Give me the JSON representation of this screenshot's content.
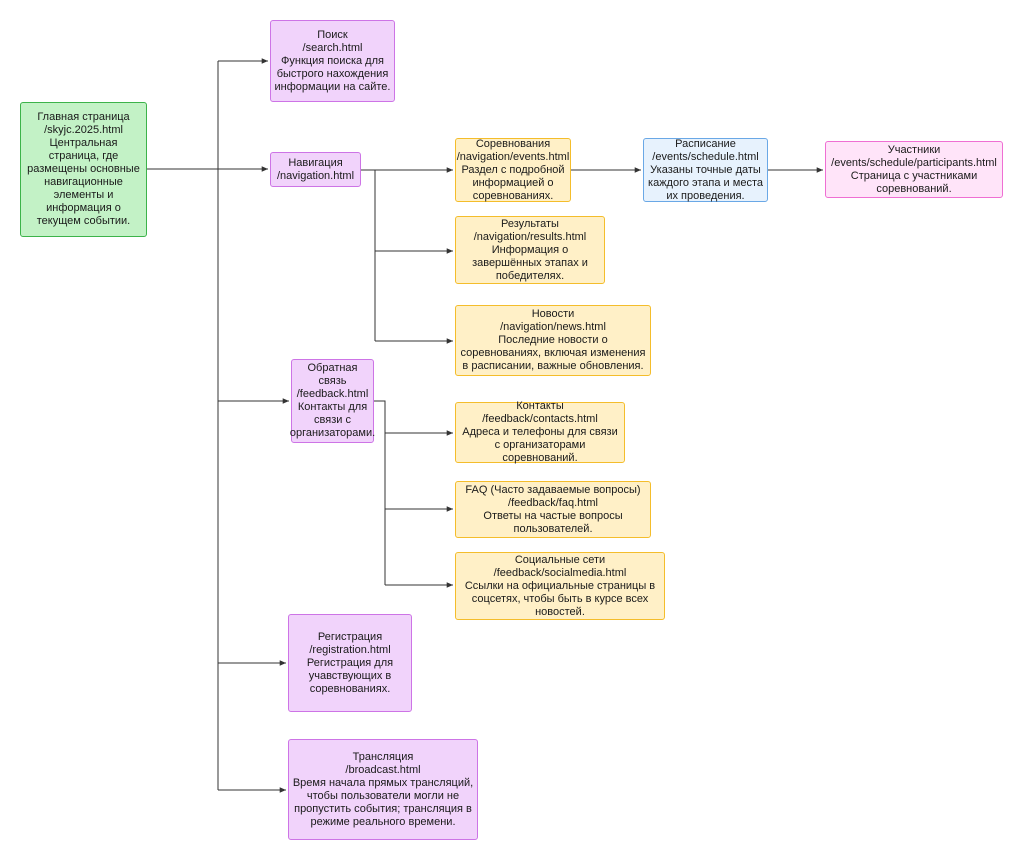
{
  "colors": {
    "green_fill": "#c3f2c6",
    "green_border": "#3cb34a",
    "purple_fill": "#f1d3fb",
    "purple_border": "#cd74e6",
    "yellow_fill": "#fff0c7",
    "yellow_border": "#f4bd2b",
    "blue_fill": "#e7f2fd",
    "blue_border": "#6aa8e6",
    "pink_fill": "#ffe4f9",
    "pink_border": "#ef6fd3",
    "connector": "#333333"
  },
  "nodes": {
    "home": {
      "title": "Главная страница",
      "path": "/skyjc.2025.html",
      "desc": "Центральная страница, где размещены основные навигационные элементы и информация о текущем событии."
    },
    "search": {
      "title": "Поиск",
      "path": "/search.html",
      "desc": "Функция поиска для быстрого нахождения информации на сайте."
    },
    "navigation": {
      "title": "Навигация",
      "path": "/navigation.html",
      "desc": ""
    },
    "events": {
      "title": "Соревнования",
      "path": "/navigation/events.html",
      "desc": "Раздел с подробной информацией о соревнованиях."
    },
    "schedule": {
      "title": "Расписание",
      "path": "/events/schedule.html",
      "desc": "Указаны точные даты каждого этапа и места их проведения."
    },
    "participants": {
      "title": "Участники",
      "path": "/events/schedule/participants.html",
      "desc": "Страница с участниками соревнований."
    },
    "results": {
      "title": "Результаты",
      "path": "/navigation/results.html",
      "desc": "Информация о завершённых этапах и победителях."
    },
    "news": {
      "title": "Новости",
      "path": "/navigation/news.html",
      "desc": "Последние новости о соревнованиях, включая изменения в расписании, важные обновления."
    },
    "feedback": {
      "title": "Обратная связь",
      "path": "/feedback.html",
      "desc": "Контакты для связи с организаторами."
    },
    "contacts": {
      "title": "Контакты",
      "path": "/feedback/contacts.html",
      "desc": "Адреса и телефоны для связи с организаторами соревнований."
    },
    "faq": {
      "title": "FAQ (Часто задаваемые вопросы)",
      "path": "/feedback/faq.html",
      "desc": "Ответы на частые вопросы пользователей."
    },
    "social": {
      "title": "Социальные сети",
      "path": "/feedback/socialmedia.html",
      "desc": "Ссылки на официальные страницы в соцсетях, чтобы быть в курсе всех новостей."
    },
    "registration": {
      "title": "Регистрация",
      "path": "/registration.html",
      "desc": "Регистрация для учавствующих в соревнованиях."
    },
    "broadcast": {
      "title": "Трансляция",
      "path": "/broadcast.html",
      "desc": "Время начала прямых трансляций, чтобы пользователи могли не пропустить события; трансляция в режиме реального времени."
    }
  }
}
